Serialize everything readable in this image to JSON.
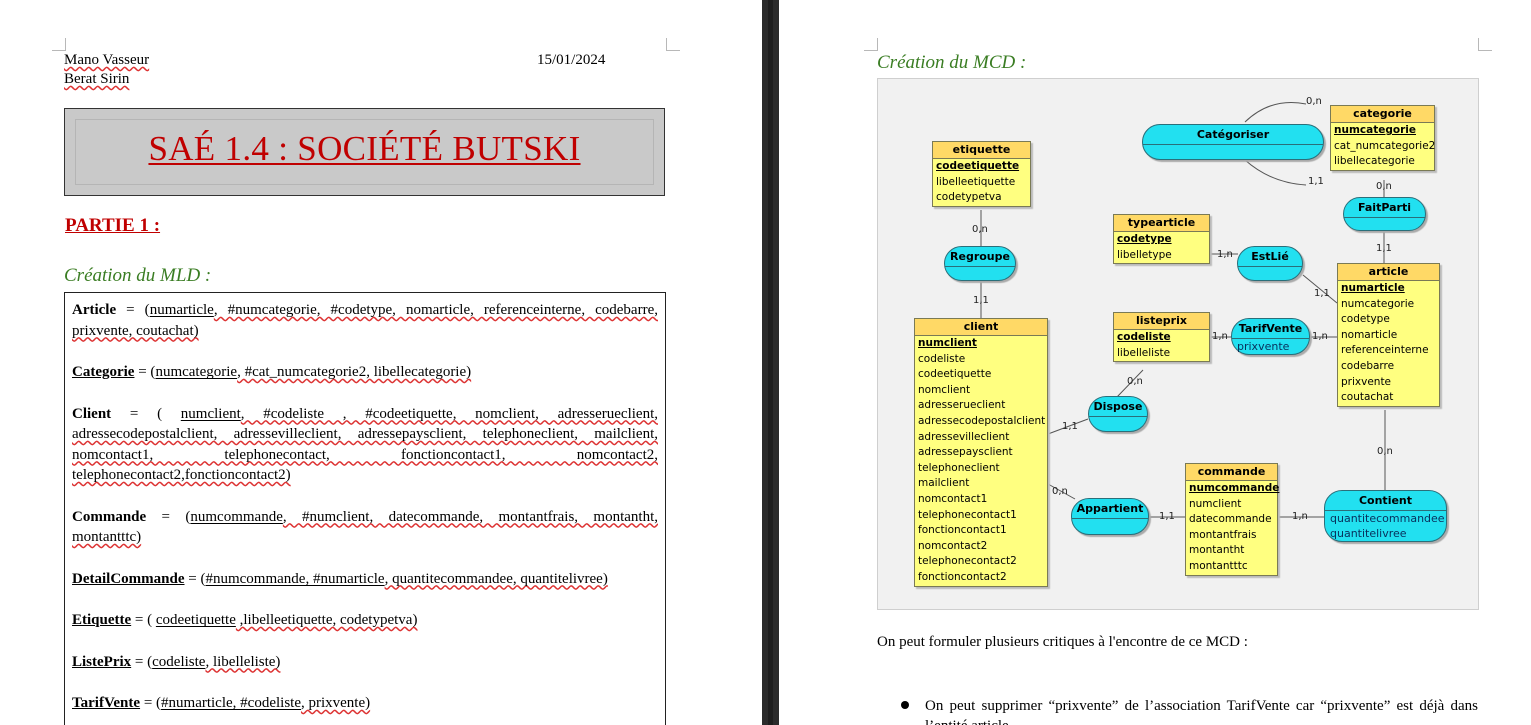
{
  "left_page": {
    "author1": "Mano Vasseur",
    "author2": "Berat Sirin",
    "date": "15/01/2024",
    "title": "SAÉ 1.4 : SOCIÉTÉ BUTSKI",
    "part": "PARTIE 1 :",
    "section": "Création du MLD :",
    "mld": {
      "article": {
        "name": "Article",
        "rest_a": " = (",
        "key": "numarticle",
        "rest_b": ", #numcategorie, #codetype, nomarticle, referenceinterne, codebarre, prixvente, coutachat)"
      },
      "categorie": {
        "name": "Categorie",
        "rest_a": " = (",
        "key": "numcategorie",
        "rest_b": ", #cat_numcategorie2, libellecategorie)"
      },
      "client": {
        "name": "Client",
        "rest_a": " = ( ",
        "key": "numclient",
        "rest_b": ", #codeliste , #codeetiquette, nomclient, adresserueclient, adressecodepostalclient, adressevilleclient, adressepaysclient, telephoneclient, mailclient, nomcontact1, telephonecontact, fonctioncontact1, nomcontact2, telephonecontact2,fonctioncontact2)"
      },
      "commande": {
        "name": "Commande",
        "rest_a": " = (",
        "key": "numcommande",
        "rest_b": ", #numclient, datecommande, montantfrais, montantht, montantttc)"
      },
      "detailcommande": {
        "name": "DetailCommande",
        "rest_a": " = (",
        "key": "#numcommande, #numarticle",
        "rest_b": ", quantitecommandee, quantitelivree)"
      },
      "etiquette": {
        "name": "Etiquette",
        "rest_a": " = ( ",
        "key": "codeetiquette",
        "rest_b": " ,libelleetiquette, codetypetva)"
      },
      "listeprix": {
        "name": "ListePrix",
        "rest_a": " = (",
        "key": "codeliste",
        "rest_b": ", libelleliste)"
      },
      "tarifvente": {
        "name": "TarifVente",
        "rest_a": " = (",
        "key": "#numarticle, #codeliste",
        "rest_b": ", prixvente)"
      }
    }
  },
  "right_page": {
    "section": "Création du MCD :",
    "critique_intro": "On peut formuler plusieurs critiques à l'encontre de ce MCD :",
    "bullet1": "On peut supprimer “prixvente” de l’association TarifVente car “prixvente” est déjà dans l’entité article",
    "mcd": {
      "entities": {
        "etiquette": {
          "title": "etiquette",
          "fields": [
            "codeetiquette",
            "libelleetiquette",
            "codetypetva"
          ]
        },
        "categorie": {
          "title": "categorie",
          "fields": [
            "numcategorie",
            "cat_numcategorie2",
            "libellecategorie"
          ]
        },
        "typearticle": {
          "title": "typearticle",
          "fields": [
            "codetype",
            "libelletype"
          ]
        },
        "article": {
          "title": "article",
          "fields": [
            "numarticle",
            "numcategorie",
            "codetype",
            "nomarticle",
            "referenceinterne",
            "codebarre",
            "prixvente",
            "coutachat"
          ]
        },
        "listeprix": {
          "title": "listeprix",
          "fields": [
            "codeliste",
            "libelleliste"
          ]
        },
        "client": {
          "title": "client",
          "fields": [
            "numclient",
            "codeliste",
            "codeetiquette",
            "nomclient",
            "adresserueclient",
            "adressecodepostalclient",
            "adressevilleclient",
            "adressepaysclient",
            "telephoneclient",
            "mailclient",
            "nomcontact1",
            "telephonecontact1",
            "fonctioncontact1",
            "nomcontact2",
            "telephonecontact2",
            "fonctioncontact2"
          ]
        },
        "commande": {
          "title": "commande",
          "fields": [
            "numcommande",
            "numclient",
            "datecommande",
            "montantfrais",
            "montantht",
            "montantttc"
          ]
        }
      },
      "associations": {
        "categoriser": {
          "name": "Catégoriser",
          "fields": []
        },
        "faitparti": {
          "name": "FaitParti",
          "fields": []
        },
        "regroupe": {
          "name": "Regroupe",
          "fields": []
        },
        "estlie": {
          "name": "EstLié",
          "fields": []
        },
        "tarifvente": {
          "name": "TarifVente",
          "fields": [
            "prixvente"
          ]
        },
        "dispose": {
          "name": "Dispose",
          "fields": []
        },
        "appartient": {
          "name": "Appartient",
          "fields": []
        },
        "contient": {
          "name": "Contient",
          "fields": [
            "quantitecommandee",
            "quantitelivree"
          ]
        }
      },
      "cardinalities": {
        "cat_top": "0,n",
        "cat_bottom": "1,1",
        "faitparti_top": "0,n",
        "faitparti_bottom": "1,1",
        "etiq_regroupe": "0,n",
        "regroupe_client": "1,1",
        "estlie_type": "1,n",
        "estlie_article": "1,1",
        "tarif_liste": "1,n",
        "tarif_article": "1,n",
        "dispose_liste": "0,n",
        "dispose_client": "1,1",
        "appart_client": "0,n",
        "appart_commande": "1,1",
        "contient_commande": "1,n",
        "contient_article": "0,n"
      }
    }
  }
}
